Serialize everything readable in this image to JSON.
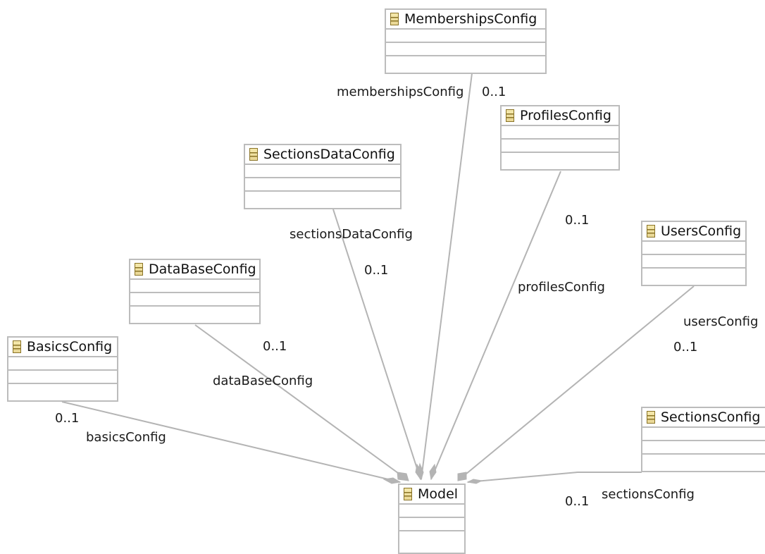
{
  "classes": {
    "memberships": "MembershipsConfig",
    "profiles": "ProfilesConfig",
    "sections_data": "SectionsDataConfig",
    "users": "UsersConfig",
    "database": "DataBaseConfig",
    "basics": "BasicsConfig",
    "sections": "SectionsConfig",
    "model": "Model"
  },
  "class_icon": "class-icon",
  "associations": {
    "memberships": {
      "role": "membershipsConfig",
      "multiplicity": "0..1"
    },
    "profiles": {
      "role": "profilesConfig",
      "multiplicity": "0..1"
    },
    "sections_data": {
      "role": "sectionsDataConfig",
      "multiplicity": "0..1"
    },
    "users": {
      "role": "usersConfig",
      "multiplicity": "0..1"
    },
    "database": {
      "role": "dataBaseConfig",
      "multiplicity": "0..1"
    },
    "basics": {
      "role": "basicsConfig",
      "multiplicity": "0..1"
    },
    "sections": {
      "role": "sectionsConfig",
      "multiplicity": "0..1"
    }
  },
  "colors": {
    "line": "#b4b4b4",
    "border": "#bcbcbc",
    "icon": "#8a7326"
  }
}
